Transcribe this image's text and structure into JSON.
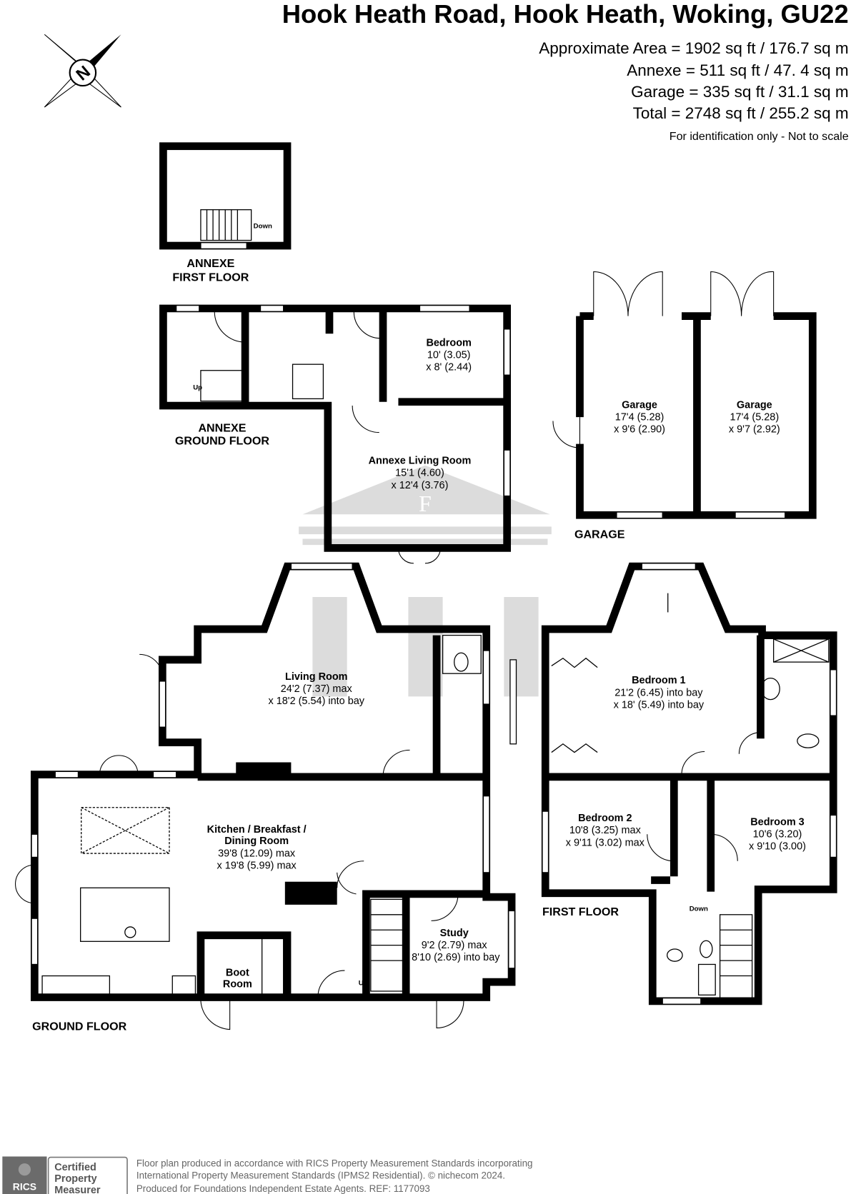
{
  "header": {
    "title": "Hook Heath Road, Hook Heath, Woking, GU22",
    "areas": [
      "Approximate Area = 1902 sq ft / 176.7 sq m",
      "Annexe = 511 sq ft / 47. 4 sq m",
      "Garage = 335 sq ft / 31.1 sq m",
      "Total = 2748 sq ft / 255.2 sq m"
    ],
    "disclaimer": "For identification only - Not to scale"
  },
  "compass": {
    "letter": "N"
  },
  "floors": {
    "annexe_first": [
      "ANNEXE",
      "FIRST FLOOR"
    ],
    "annexe_ground": [
      "ANNEXE",
      "GROUND FLOOR"
    ],
    "garage": "GARAGE",
    "ground": "GROUND FLOOR",
    "first": "FIRST FLOOR"
  },
  "stairs": {
    "down": "Down",
    "up": "Up"
  },
  "rooms": {
    "annexe_bedroom": {
      "name": "Bedroom",
      "dims": [
        "10' (3.05)",
        "x 8' (2.44)"
      ]
    },
    "annexe_living": {
      "name": "Annexe Living Room",
      "dims": [
        "15'1 (4.60)",
        "x 12'4 (3.76)"
      ]
    },
    "garage1": {
      "name": "Garage",
      "dims": [
        "17'4 (5.28)",
        "x 9'6 (2.90)"
      ]
    },
    "garage2": {
      "name": "Garage",
      "dims": [
        "17'4 (5.28)",
        "x 9'7 (2.92)"
      ]
    },
    "living": {
      "name": "Living Room",
      "dims": [
        "24'2 (7.37) max",
        "x 18'2 (5.54) into bay"
      ]
    },
    "kitchen": {
      "name": [
        "Kitchen / Breakfast /",
        "Dining Room"
      ],
      "dims": [
        "39'8 (12.09) max",
        "x 19'8 (5.99) max"
      ]
    },
    "boot": {
      "name": [
        "Boot",
        "Room"
      ]
    },
    "study": {
      "name": "Study",
      "dims": [
        "9'2 (2.79) max",
        "8'10 (2.69) into bay"
      ]
    },
    "bedroom1": {
      "name": "Bedroom 1",
      "dims": [
        "21'2 (6.45) into bay",
        "x 18' (5.49) into bay"
      ]
    },
    "bedroom2": {
      "name": "Bedroom 2",
      "dims": [
        "10'8 (3.25) max",
        "x 9'11 (3.02) max"
      ]
    },
    "bedroom3": {
      "name": "Bedroom 3",
      "dims": [
        "10'6 (3.20)",
        "x 9'10 (3.00)"
      ]
    }
  },
  "footer": {
    "badge": [
      "Certified",
      "Property",
      "Measurer"
    ],
    "rics": "RICS",
    "lines": [
      "Floor plan produced in accordance with RICS Property Measurement Standards incorporating",
      "International Property Measurement Standards (IPMS2 Residential).   © nichecom 2024.",
      "Produced for Foundations Independent Estate Agents.   REF:  1177093"
    ]
  },
  "watermark": {
    "letter": "F"
  },
  "colors": {
    "wall": "#000000",
    "watermark": "#d9d9d9",
    "rics": "#6b6b6b"
  }
}
